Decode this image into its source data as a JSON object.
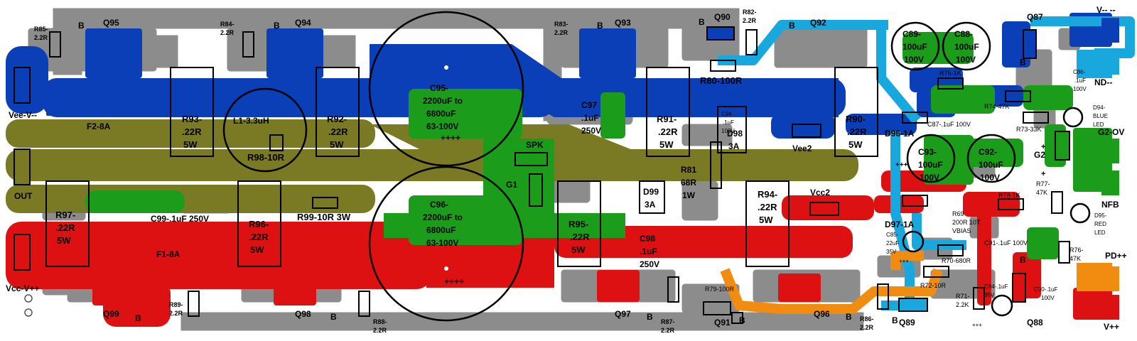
{
  "colors": {
    "grey": "#8c8c8c",
    "olive": "#7a7a24",
    "blue": "#0b3fb8",
    "red": "#dd1111",
    "green": "#1b9d1b",
    "cyan": "#18a8dd",
    "orange": "#f08c0f",
    "background": "#ffffff"
  },
  "connectors": {
    "vee": "Vee-V--",
    "out": "OUT",
    "vcc": "Vcc-V++",
    "v_minus": "V-- --",
    "nd": "ND--",
    "g2_ov": "G2-OV",
    "nfb": "NFB",
    "pd": "PD++",
    "v_plus": "V++"
  },
  "transistors": {
    "q95": "Q95",
    "q94": "Q94",
    "q93": "Q93",
    "q92": "Q92",
    "q90": "Q90",
    "q87": "Q87",
    "q99": "Q99",
    "q98": "Q98",
    "q97": "Q97",
    "q91": "Q91",
    "q96": "Q96",
    "q89": "Q89",
    "q88": "Q88",
    "base": "B"
  },
  "resistors": {
    "r85": [
      "R85-",
      "2.2R"
    ],
    "r84": [
      "R84-",
      "2.2R"
    ],
    "r83": [
      "R83-",
      "2.2R"
    ],
    "r82": [
      "R82-",
      "2.2R"
    ],
    "r93": [
      "R93-",
      ".22R",
      "5W"
    ],
    "r92": [
      "R92-",
      ".22R",
      "5W"
    ],
    "r91": [
      "R91-",
      ".22R",
      "5W"
    ],
    "r90": [
      "R90-",
      ".22R",
      "5W"
    ],
    "r97": [
      "R97-",
      ".22R",
      "5W"
    ],
    "r96": [
      "R96-",
      ".22R",
      "5W"
    ],
    "r95": [
      "R95-",
      ".22R",
      "5W"
    ],
    "r94": [
      "R94-",
      ".22R",
      "5W"
    ],
    "r98": "R98-10R",
    "r99": "R99-10R 3W",
    "r80": "R80-100R",
    "r81": [
      "R81",
      "68R",
      "1W"
    ],
    "r79": "R79-100R",
    "r89": [
      "R89-",
      "2.2R"
    ],
    "r88": [
      "R88-",
      "2.2R"
    ],
    "r87": [
      "R87-",
      "2.2R"
    ],
    "r86": [
      "R86-",
      "2.2R"
    ],
    "r75": "R75-1K",
    "r74": "R74-47K",
    "r73": "R73-33K",
    "r78": "R78-1K",
    "r77": [
      "R77-",
      "47K"
    ],
    "r76": [
      "R76-",
      "47K"
    ],
    "r70": "R70-680R",
    "r72": "R72-10R",
    "r71": [
      "R71-",
      "2.2K"
    ],
    "r69": [
      "R69",
      "200R 10T",
      "VBIAS"
    ]
  },
  "capacitors": {
    "c95": [
      "C95-",
      "2200uF to",
      "6800uF",
      "63-100V",
      "++++"
    ],
    "c96": [
      "C96-",
      "2200uF to",
      "6800uF",
      "63-100V",
      "++++"
    ],
    "c97": [
      "C97",
      ".1uF",
      "250V"
    ],
    "c98": [
      "C98",
      ".1uF",
      "250V"
    ],
    "c99": "C99-.1uF 250V",
    "c94": [
      "C94",
      ".1uF",
      "100V"
    ],
    "c89": [
      "C89-",
      "100uF",
      "100V"
    ],
    "c88": [
      "C88-",
      "100uF",
      "100V"
    ],
    "c93": [
      "C93-",
      "100uF",
      "100V"
    ],
    "c92": [
      "C92-",
      "100uF",
      "100V"
    ],
    "c86": [
      "C86-",
      ".1uF",
      "100V"
    ],
    "c87": "C87-.1uF 100V",
    "c91": "C91-.1uF 100V",
    "c90": [
      "C90-.1uF",
      "100V"
    ],
    "c85": [
      "C85-",
      "22uF",
      "35V"
    ],
    "c84": [
      "C84-.1uF",
      "35V"
    ],
    "plus3": "+++",
    "plus1": "+"
  },
  "diodes": {
    "d98": [
      "D98",
      "3A"
    ],
    "d99": [
      "D99",
      "3A"
    ],
    "d96": "D96-1A",
    "d97": "D97-1A",
    "d94": [
      "D94-",
      "BLUE",
      "LED"
    ],
    "d95": [
      "D95-",
      "RED",
      "LED"
    ]
  },
  "misc": {
    "f2": "F2-8A",
    "f1": "F1-8A",
    "l1": "L1-3.3uH",
    "spk": "SPK",
    "g1": "G1",
    "g2": "G2",
    "vee2": "Vee2",
    "vcc2": "Vcc2"
  }
}
